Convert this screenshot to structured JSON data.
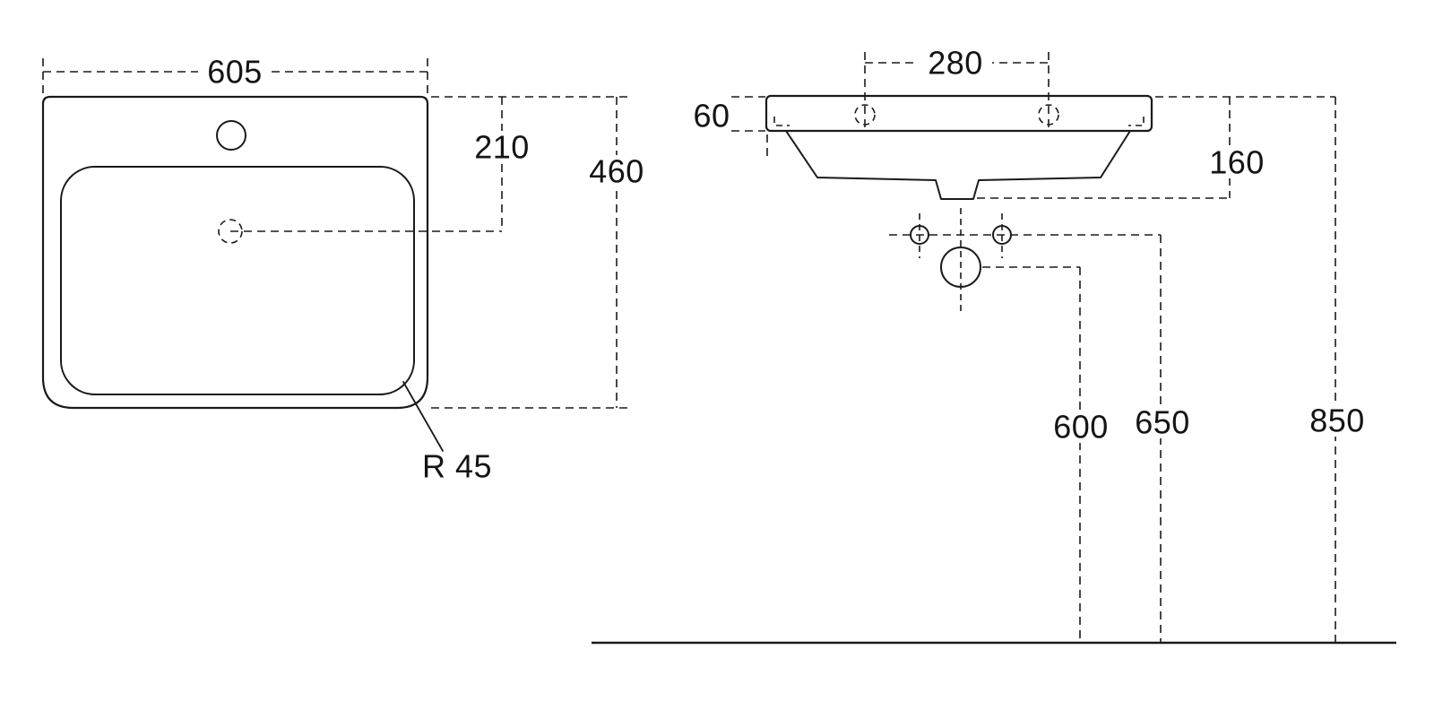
{
  "colors": {
    "line": "#1a1a1a",
    "background": "#ffffff"
  },
  "top_view": {
    "width": "605",
    "drain_center_from_back": "210",
    "depth": "460",
    "corner_radius": "R 45"
  },
  "front_view": {
    "tap_hole_spacing": "280",
    "rim_thickness": "60",
    "outlet_drop": "160",
    "waste_outlet_height": "600",
    "supply_height": "650",
    "rim_height": "850"
  }
}
